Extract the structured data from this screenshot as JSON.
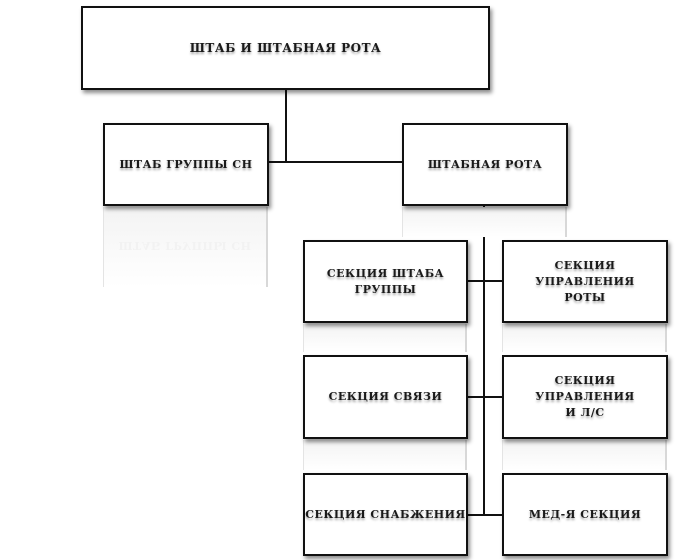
{
  "diagram": {
    "type": "org-chart",
    "root": {
      "label": "ШТАБ И ШТАБНАЯ РОТА"
    },
    "level2": [
      {
        "label": "ШТАБ ГРУППЫ СН"
      },
      {
        "label": "ШТАБНАЯ РОТА"
      }
    ],
    "sections_left": [
      {
        "label": "СЕКЦИЯ ШТАБА\nГРУППЫ"
      },
      {
        "label": "СЕКЦИЯ СВЯЗИ"
      },
      {
        "label": "СЕКЦИЯ СНАБЖЕНИЯ"
      }
    ],
    "sections_right": [
      {
        "label": "СЕКЦИЯ УПРАВЛЕНИЯ\nРОТЫ"
      },
      {
        "label": "СЕКЦИЯ УПРАВЛЕНИЯ\nИ Л/С"
      },
      {
        "label": "МЕД-Я СЕКЦИЯ"
      }
    ],
    "colors": {
      "border": "#111111",
      "background": "#ffffff",
      "text": "#1a1a1a"
    }
  }
}
